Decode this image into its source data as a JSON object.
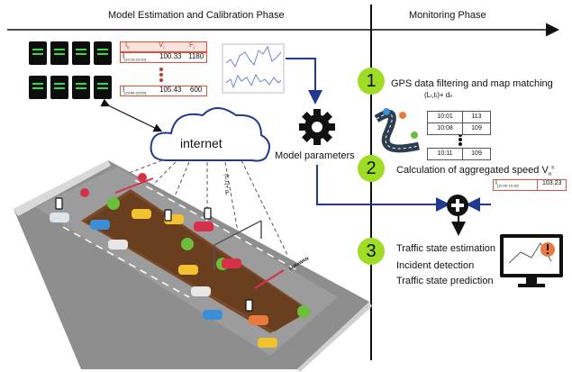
{
  "phases": {
    "left": "Model Estimation and Calibration Phase",
    "right": "Monitoring Phase"
  },
  "calib_table": {
    "headers": [
      "I",
      "V",
      "F"
    ],
    "header_subs": [
      "k",
      "i",
      "i"
    ],
    "rows": [
      {
        "interval": "I",
        "interval_sub": "[10:10-10:20]",
        "v": "100.33",
        "f": "1180"
      },
      {
        "interval": "I",
        "interval_sub": "[23:50-23:59]",
        "v": "105.43",
        "f": "600"
      }
    ]
  },
  "cloud_label": "internet",
  "model_label": "Model parameters",
  "steps": [
    {
      "num": "1",
      "text": "GPS data filtering and map matching"
    },
    {
      "num": "2",
      "text": "Calculation of aggregated speed V",
      "sup": "s",
      "sub": "n"
    },
    {
      "num": "3",
      "lines": [
        "Traffic state estimation",
        "Incident detection",
        "Traffic state prediction"
      ]
    }
  ],
  "step1_formula": "(L",
  "step1_formula_full": "(Lₗ,tₗ)+ dₙ",
  "gps_table": {
    "rows": [
      {
        "time": "10:01",
        "value": "113"
      },
      {
        "time": "10:08",
        "value": "109"
      },
      {
        "time": "10:11",
        "value": "109"
      }
    ]
  },
  "agg_table": {
    "interval": "I",
    "interval_sub": "[10:00-10:10]",
    "value": "103.23"
  },
  "vertical_formula": "(Lₗ,tₗ)+ dₙ",
  "lorawan_label": "LoRaWAN",
  "colors": {
    "accent_green": "#9fdc25",
    "arrow_blue": "#1f3a93",
    "table_red": "#d9533a"
  }
}
